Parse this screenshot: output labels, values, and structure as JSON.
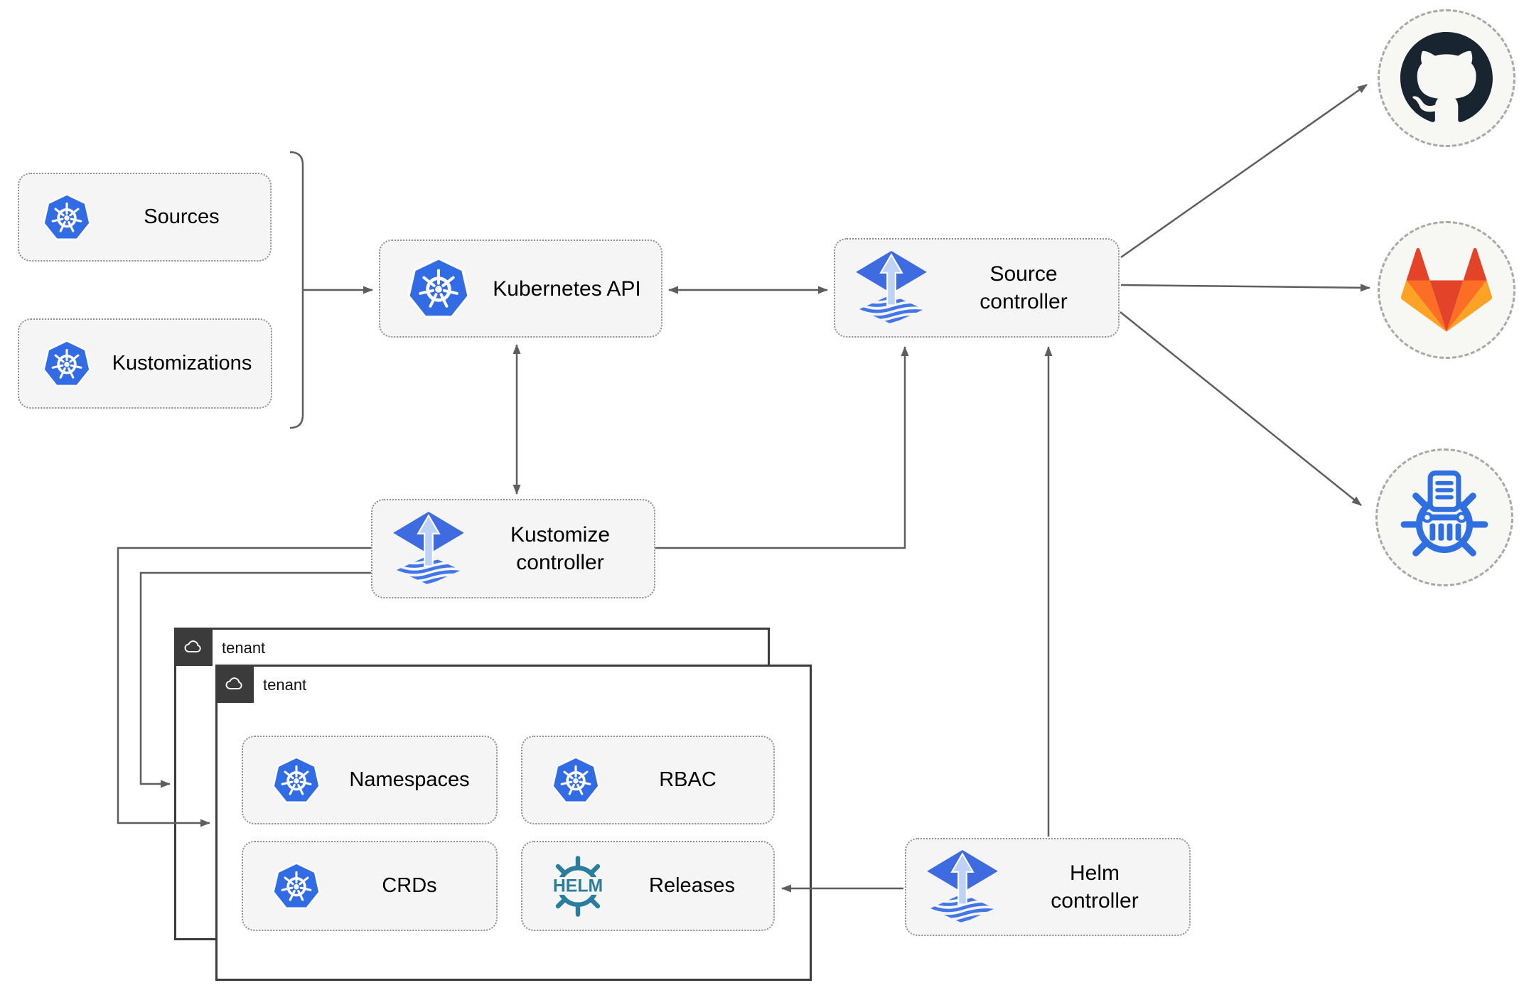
{
  "nodes": {
    "sources": {
      "label": "Sources",
      "icon": "kubernetes-icon"
    },
    "kustomizations": {
      "label": "Kustomizations",
      "icon": "kubernetes-icon"
    },
    "kubernetes_api": {
      "label": "Kubernetes API",
      "icon": "kubernetes-icon"
    },
    "source_controller": {
      "label": "Source controller",
      "icon": "flux-icon"
    },
    "kustomize_controller": {
      "label": "Kustomize controller",
      "icon": "flux-icon"
    },
    "helm_controller": {
      "label": "Helm controller",
      "icon": "flux-icon"
    },
    "namespaces": {
      "label": "Namespaces",
      "icon": "kubernetes-icon"
    },
    "rbac": {
      "label": "RBAC",
      "icon": "kubernetes-icon"
    },
    "crds": {
      "label": "CRDs",
      "icon": "kubernetes-icon"
    },
    "releases": {
      "label": "Releases",
      "icon": "helm-icon",
      "icon_text": "HELM"
    }
  },
  "groups": {
    "outer_tenant": {
      "label": "tenant",
      "icon": "cloud-icon"
    },
    "inner_tenant": {
      "label": "tenant",
      "icon": "cloud-icon"
    }
  },
  "remotes": [
    {
      "name": "github",
      "icon": "github-icon"
    },
    {
      "name": "gitlab",
      "icon": "gitlab-icon"
    },
    {
      "name": "helm-repository",
      "icon": "helm-repository-icon"
    }
  ],
  "connections": [
    {
      "from": "sources+kustomizations",
      "to": "kubernetes-api",
      "arrow": "one-way"
    },
    {
      "from": "kubernetes-api",
      "to": "source-controller",
      "arrow": "two-way"
    },
    {
      "from": "kubernetes-api",
      "to": "kustomize-controller",
      "arrow": "two-way"
    },
    {
      "from": "kustomize-controller",
      "to": "source-controller",
      "arrow": "one-way"
    },
    {
      "from": "kustomize-controller",
      "to": "outer-tenant",
      "arrow": "one-way"
    },
    {
      "from": "kustomize-controller",
      "to": "inner-tenant",
      "arrow": "one-way"
    },
    {
      "from": "helm-controller",
      "to": "source-controller",
      "arrow": "one-way"
    },
    {
      "from": "helm-controller",
      "to": "releases",
      "arrow": "one-way"
    },
    {
      "from": "source-controller",
      "to": "github",
      "arrow": "one-way"
    },
    {
      "from": "source-controller",
      "to": "gitlab",
      "arrow": "one-way"
    },
    {
      "from": "source-controller",
      "to": "helm-repository",
      "arrow": "one-way"
    }
  ],
  "colors": {
    "kubernetes_blue": "#326ce5",
    "flux_diamond": "#3e6ce0",
    "flux_arrow_light": "#bed1f6",
    "flux_waves": "#4175ea",
    "helm_teal": "#2a7d9d",
    "helm_repo_blue": "#2f6fe0",
    "github_dark": "#182530",
    "gitlab_dark_orange": "#e24329",
    "gitlab_orange": "#fc6d26",
    "gitlab_light_orange": "#fca326",
    "connector_gray": "#5e5e5e",
    "node_fill": "#f5f5f5",
    "node_border": "#8f8f8f",
    "tenant_border": "#3b3b3b",
    "circle_fill": "#f7f7f4",
    "circle_border": "#a8a8a8"
  }
}
